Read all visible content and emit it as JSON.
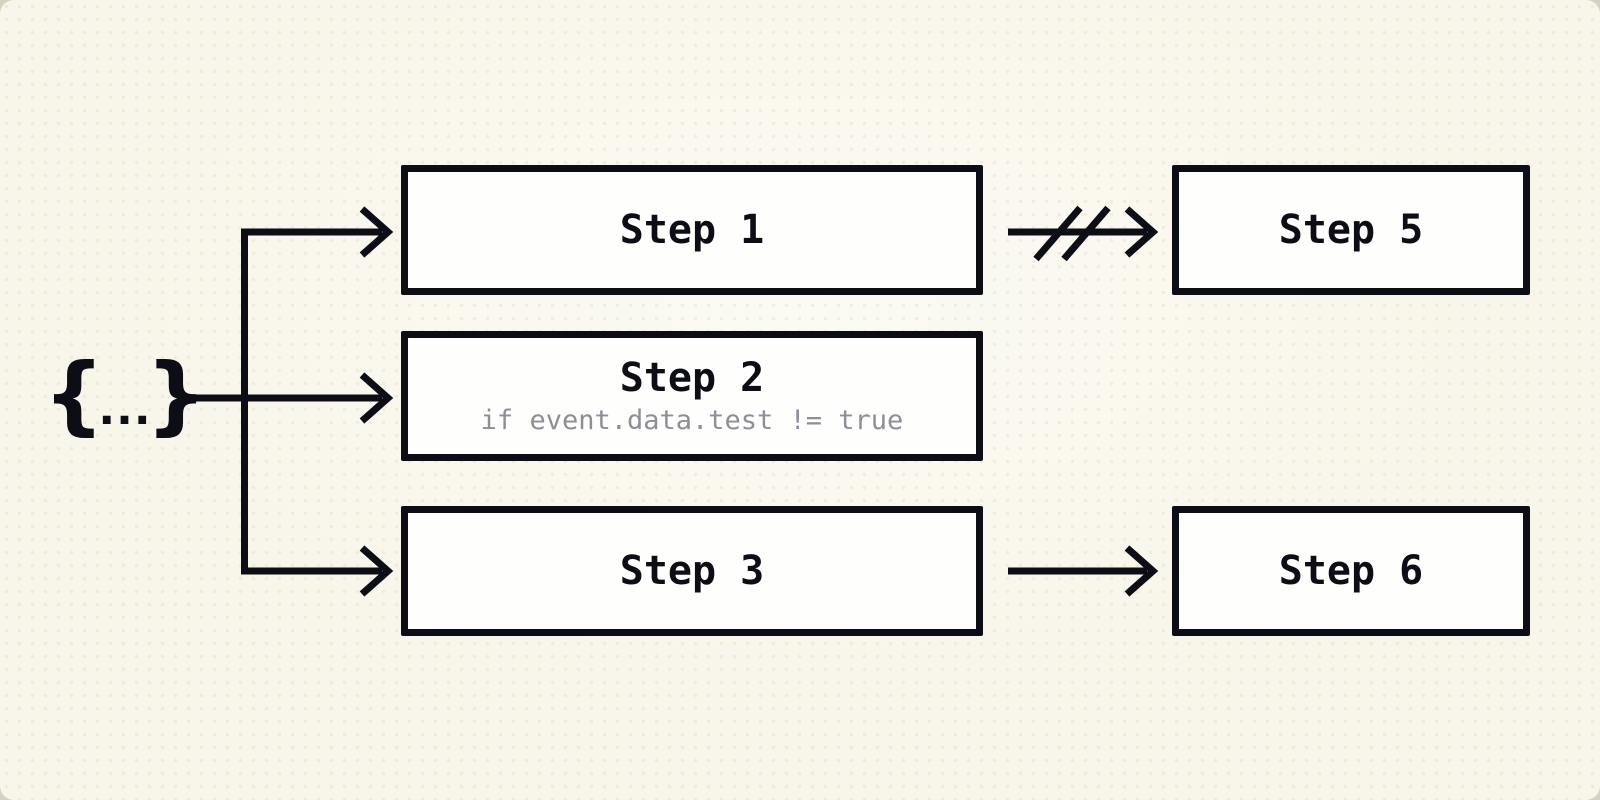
{
  "theme": {
    "page_bg": "#d6d2c1",
    "canvas_bg": "#f8f5ea",
    "canvas_bg_center": "#fbfaf3",
    "ink": "#0d0d16",
    "node_fill": "#fefefd",
    "condition_text": "#8e8e99"
  },
  "source": {
    "label": "{...}",
    "brace_left": "{",
    "dots": "...",
    "brace_right": "}"
  },
  "nodes": [
    {
      "id": "step-1",
      "label": "Step 1"
    },
    {
      "id": "step-2",
      "label": "Step 2",
      "condition": "if event.data.test != true"
    },
    {
      "id": "step-3",
      "label": "Step 3"
    },
    {
      "id": "step-5",
      "label": "Step 5"
    },
    {
      "id": "step-6",
      "label": "Step 6"
    }
  ],
  "edges": [
    {
      "from": "source",
      "to": "step-1",
      "style": "arrow"
    },
    {
      "from": "source",
      "to": "step-2",
      "style": "arrow"
    },
    {
      "from": "source",
      "to": "step-3",
      "style": "arrow"
    },
    {
      "from": "step-1",
      "to": "step-5",
      "style": "arrow-cancelled"
    },
    {
      "from": "step-3",
      "to": "step-6",
      "style": "arrow"
    }
  ]
}
